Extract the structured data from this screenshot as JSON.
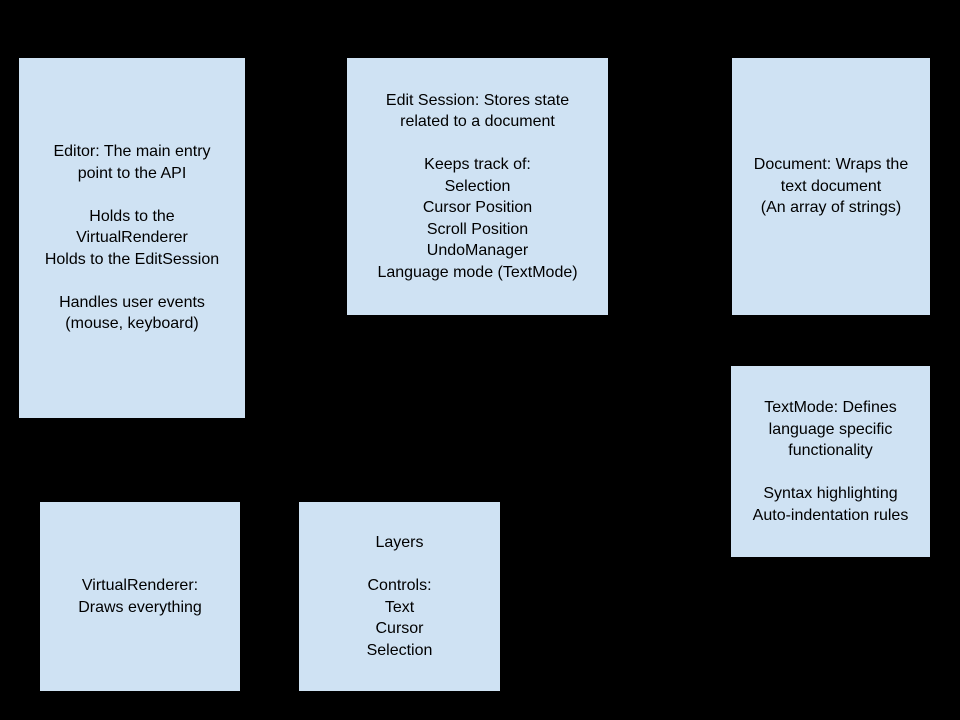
{
  "diagram": {
    "background_color": "#000000",
    "box_fill_color": "#cfe2f3",
    "text_color": "#000000",
    "boxes": {
      "editor": {
        "text": "Editor: The main entry\npoint to the API\n\nHolds to the\nVirtualRenderer\nHolds to the EditSession\n\nHandles user events\n(mouse, keyboard)"
      },
      "edit_session": {
        "text": "Edit Session: Stores state\nrelated to a document\n\nKeeps track of:\nSelection\nCursor Position\nScroll Position\nUndoManager\nLanguage mode (TextMode)"
      },
      "document": {
        "text": "Document: Wraps the\ntext document\n(An array of strings)"
      },
      "textmode": {
        "text": "TextMode: Defines\nlanguage specific\nfunctionality\n\nSyntax highlighting\nAuto-indentation rules"
      },
      "virtualrenderer": {
        "text": "VirtualRenderer:\nDraws everything"
      },
      "layers": {
        "text": "Layers\n\nControls:\nText\nCursor\nSelection"
      }
    }
  }
}
